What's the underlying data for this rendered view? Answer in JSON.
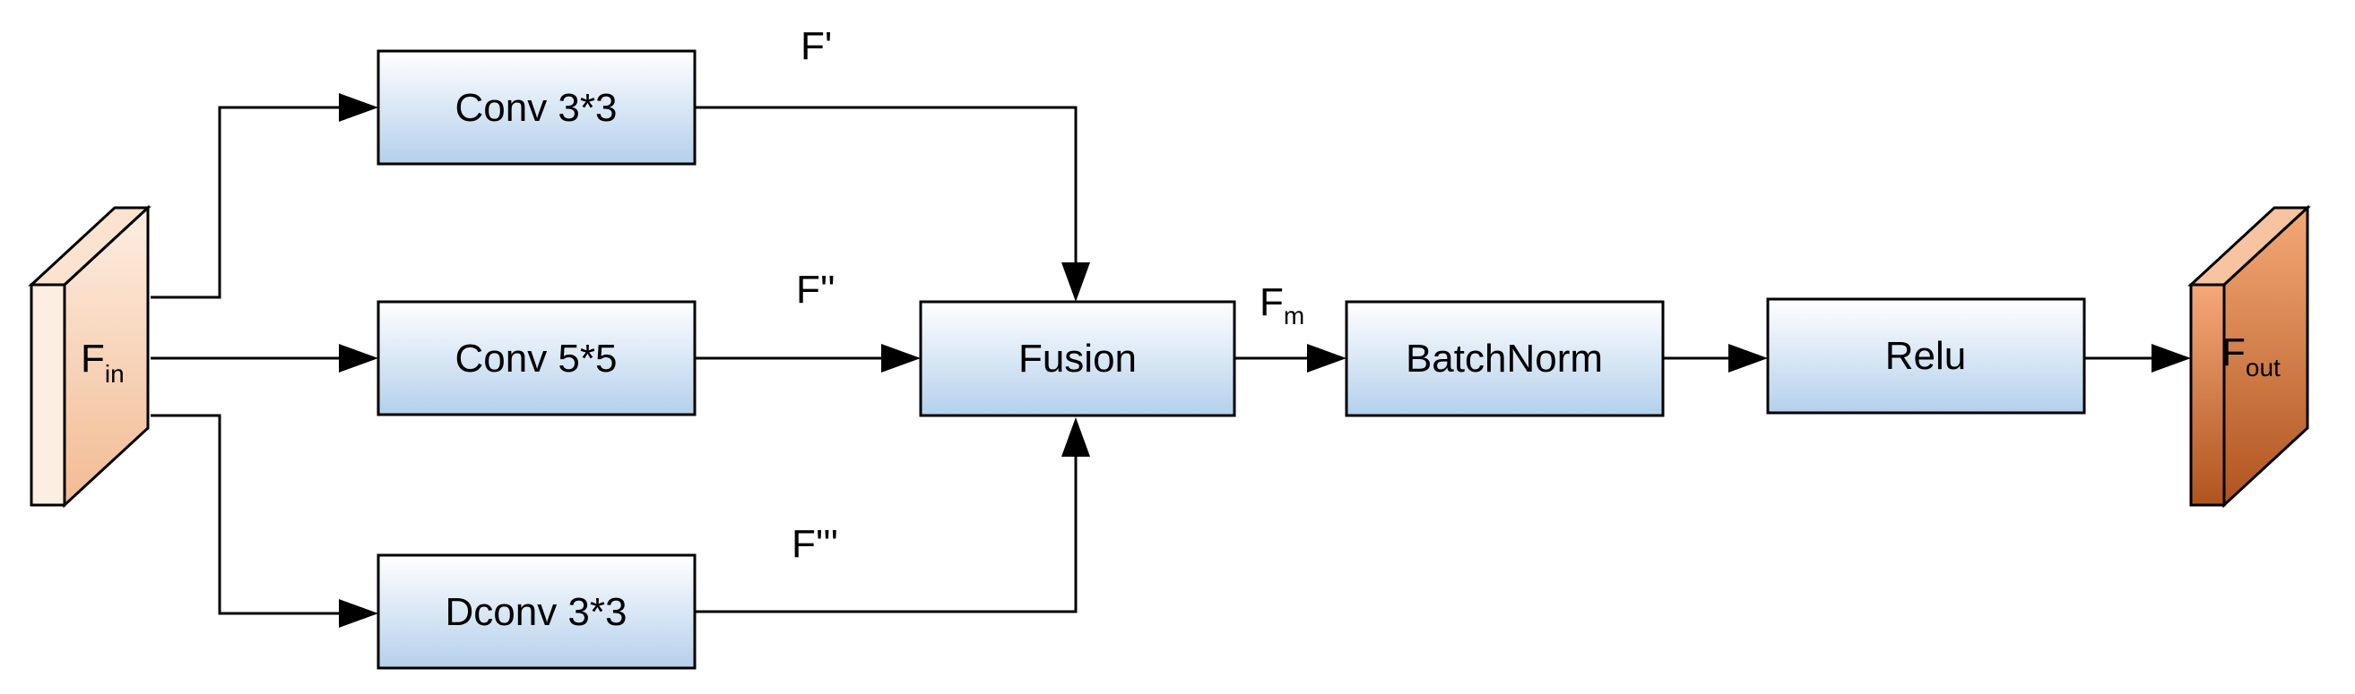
{
  "diagram": {
    "input": {
      "label": "F",
      "subscript": "in"
    },
    "output": {
      "label": "F",
      "subscript": "out"
    },
    "nodes": {
      "conv3": "Conv 3*3",
      "conv5": "Conv 5*5",
      "dconv3": "Dconv 3*3",
      "fusion": "Fusion",
      "batchnorm": "BatchNorm",
      "relu": "Relu"
    },
    "edge_labels": {
      "f_prime": "F'",
      "f_double_prime": "F''",
      "f_triple_prime": "F'''",
      "f_m": {
        "label": "F",
        "subscript": "m"
      }
    }
  },
  "colors": {
    "box_top": "#ffffff",
    "box_bottom": "#b4d0ec",
    "input_light": "#fdeee2",
    "input_dark": "#f2bb92",
    "output_light": "#f4a977",
    "output_dark": "#b0541e"
  }
}
